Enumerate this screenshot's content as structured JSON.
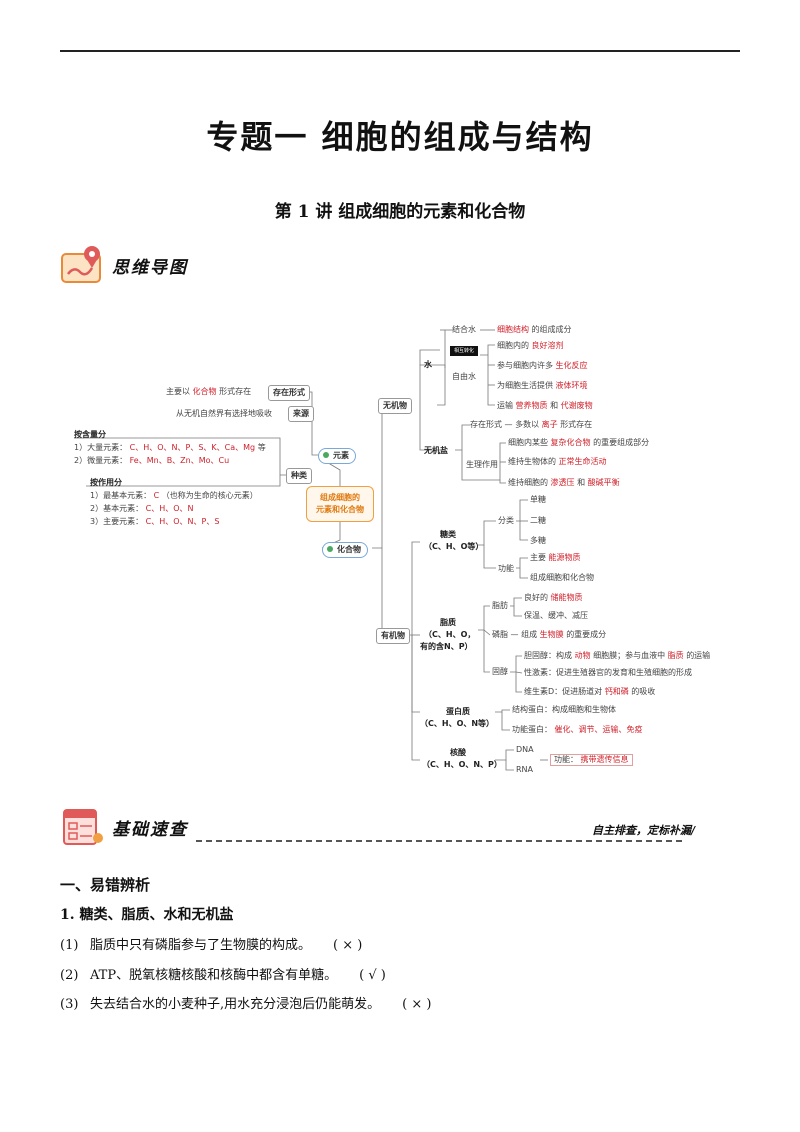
{
  "header": {
    "title": "专题一  细胞的组成与结构",
    "subtitle": "第 1 讲  组成细胞的元素和化合物"
  },
  "sections": {
    "mindmap_label": "思维导图",
    "basics_label": "基础速查",
    "basics_motto": "自主排查，定标补漏/"
  },
  "mindmap": {
    "center": "组成细胞的\n元素和化合物",
    "elements": {
      "node": "元素",
      "exist": "存在形式",
      "exist_text": "主要以",
      "exist_red": "化合物",
      "exist_tail": "形式存在",
      "source": "来源",
      "source_text": "从无机自然界有选择地吸收",
      "types": "种类",
      "by_amount": "按含量分",
      "macro_label": "1）大量元素：",
      "macro": "C、H、O、N、P、S、K、Ca、Mg",
      "macro_tail": "等",
      "micro_label": "2）微量元素：",
      "micro": "Fe、Mn、B、Zn、Mo、Cu",
      "by_function": "按作用分",
      "basic_label": "1）最基本元素：",
      "basic": "C",
      "basic_tail": "（也称为生命的核心元素）",
      "fund_label": "2）基本元素：",
      "fund": "C、H、O、N",
      "main_label": "3）主要元素：",
      "main": "C、H、O、N、P、S"
    },
    "compounds": {
      "node": "化合物",
      "inorganic": "无机物",
      "water": "水",
      "bound": "结合水",
      "bound_red": "细胞结构",
      "bound_tail": "的组成成分",
      "convert": "相互转化",
      "free": "自由水",
      "free1": "细胞内的",
      "free1_red": "良好溶剂",
      "free2": "参与细胞内许多",
      "free2_red": "生化反应",
      "free3": "为细胞生活提供",
      "free3_red": "液体环境",
      "free4": "运输",
      "free4_red1": "营养物质",
      "free4_mid": "和",
      "free4_red2": "代谢废物",
      "salt": "无机盐",
      "salt_exist": "存在形式",
      "salt_exist_text": "多数以",
      "salt_exist_red": "离子",
      "salt_exist_tail": "形式存在",
      "salt_role": "生理作用",
      "role1": "细胞内某些",
      "role1_red": "复杂化合物",
      "role1_tail": "的重要组成部分",
      "role2": "维持生物体的",
      "role2_red": "正常生命活动",
      "role3": "维持细胞的",
      "role3_red1": "渗透压",
      "role3_mid": "和",
      "role3_red2": "酸碱平衡",
      "organic": "有机物",
      "sugar": "糖类",
      "sugar_el": "（C、H、O等）",
      "classify": "分类",
      "mono": "单糖",
      "di": "二糖",
      "poly": "多糖",
      "func": "功能",
      "sugar_f1": "主要",
      "sugar_f1_red": "能源物质",
      "sugar_f2": "组成细胞和化合物",
      "lipid": "脂质",
      "lipid_el1": "（C、H、O，",
      "lipid_el2": "有的含N、P）",
      "fat": "脂肪",
      "fat1": "良好的",
      "fat1_red": "储能物质",
      "fat2": "保温、缓冲、减压",
      "phospho": "磷脂",
      "phospho_text": "组成",
      "phospho_red": "生物膜",
      "phospho_tail": "的重要成分",
      "sterol": "固醇",
      "chol": "胆固醇：构成",
      "chol_red1": "动物",
      "chol_mid": "细胞膜；参与血液中",
      "chol_red2": "脂质",
      "chol_tail": "的运输",
      "sex": "性激素：促进生殖器官的发育和生殖细胞的形成",
      "vitd": "维生素D：促进肠道对",
      "vitd_red": "钙和磷",
      "vitd_tail": "的吸收",
      "protein": "蛋白质",
      "protein_el": "（C、H、O、N等）",
      "prot1": "结构蛋白：构成细胞和生物体",
      "prot2": "功能蛋白：",
      "prot2_red": "催化、调节、运输、免疫",
      "nucleic": "核酸",
      "nucleic_el": "（C、H、O、N、P）",
      "dna": "DNA",
      "rna": "RNA",
      "nuc_func": "功能：",
      "nuc_func_red": "携带遗传信息"
    }
  },
  "body": {
    "section1": "一、易错辨析",
    "subsection1": "1.    糖类、脂质、水和无机盐",
    "items": [
      {
        "num": "(1)",
        "text": "脂质中只有磷脂参与了生物膜的构成。",
        "answer": "(    ×    )"
      },
      {
        "num": "(2)",
        "text": "ATP、脱氧核糖核酸和核酶中都含有单糖。",
        "answer": "(    √    )"
      },
      {
        "num": "(3)",
        "text": "失去结合水的小麦种子,用水充分浸泡后仍能萌发。",
        "answer": "(    ×    )"
      }
    ]
  },
  "colors": {
    "accent_red": "#d0202a",
    "icon_red": "#e05a5a",
    "icon_orange": "#f0a040",
    "center_orange": "#e07a10"
  },
  "icons": {
    "mindmap": "map-pin-icon",
    "basics": "checklist-icon"
  }
}
